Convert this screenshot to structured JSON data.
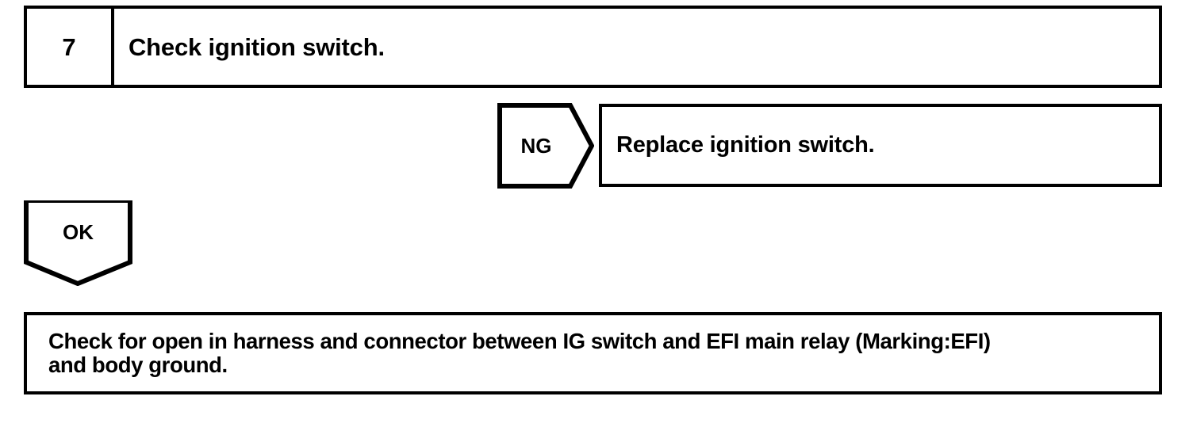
{
  "diagram": {
    "type": "troubleshooting-flowchart",
    "colors": {
      "ink": "#000000",
      "background": "#ffffff"
    },
    "step": {
      "number": "7",
      "title": "Check ignition switch."
    },
    "branches": [
      {
        "label": "NG",
        "direction": "right",
        "result": "Replace ignition switch."
      },
      {
        "label": "OK",
        "direction": "down",
        "result": "Check for open in harness and connector between IG switch and EFI main relay (Marking:EFI)\nand body ground."
      }
    ],
    "ng_branch": {
      "label": "NG",
      "result_text": "Replace ignition switch."
    },
    "ok_branch": {
      "label": "OK",
      "result_text": "Check for open in harness and connector between IG switch and EFI main relay (Marking:EFI)\nand body ground."
    }
  }
}
